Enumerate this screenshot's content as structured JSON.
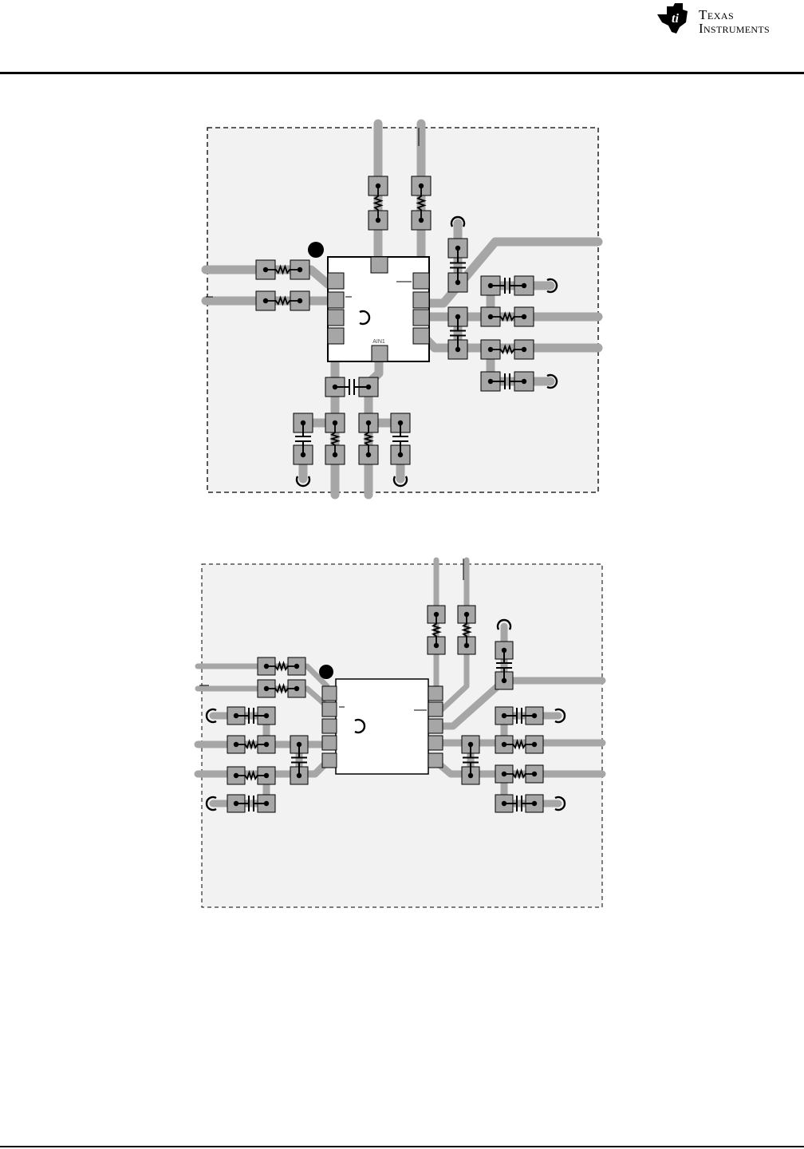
{
  "header": {
    "logo_text_line1": "Texas",
    "logo_text_line2": "Instruments"
  },
  "figure_top": {
    "ic_pin_label": "AIN1"
  },
  "colors": {
    "trace": "#a6a6a6",
    "pad": "#a6a6a6",
    "board": "#f2f2f2",
    "outline": "#000000"
  }
}
